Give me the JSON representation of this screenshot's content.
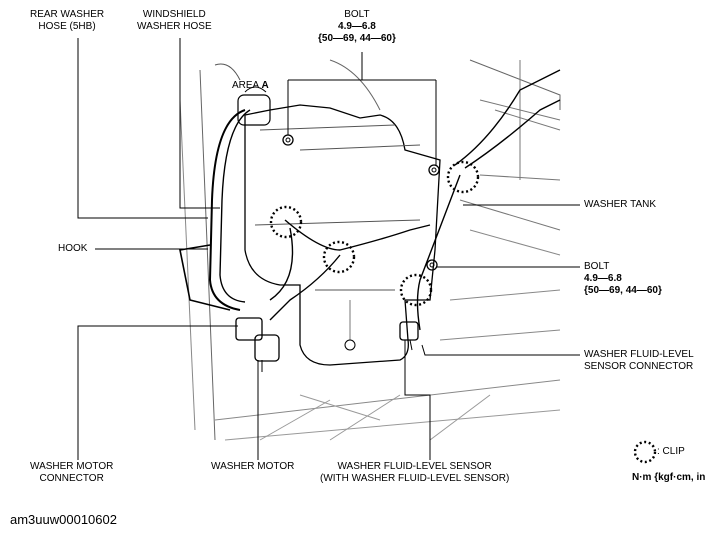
{
  "labels": {
    "rear_washer_hose": [
      "REAR WASHER",
      "HOSE (5HB)"
    ],
    "windshield_washer_hose": [
      "WINDSHIELD",
      "WASHER HOSE"
    ],
    "bolt_top": [
      "BOLT",
      "4.9—6.8",
      "{50—69, 44—60}"
    ],
    "area_a": "AREA",
    "area_a_letter": "A",
    "washer_tank": "WASHER TANK",
    "hook": "HOOK",
    "bolt_right": [
      "BOLT",
      "4.9—6.8",
      "{50—69, 44—60}"
    ],
    "washer_fluid_level_sensor_connector": [
      "WASHER FLUID-LEVEL",
      "SENSOR CONNECTOR"
    ],
    "washer_motor_connector": [
      "WASHER MOTOR",
      "CONNECTOR"
    ],
    "washer_motor": "WASHER MOTOR",
    "washer_fluid_level_sensor": [
      "WASHER FLUID-LEVEL SENSOR",
      "(WITH WASHER FLUID-LEVEL SENSOR)"
    ],
    "clip_legend": ": CLIP",
    "torque_units": "N·m {kgf·cm, in"
  },
  "figure_code": "am3uuw00010602"
}
